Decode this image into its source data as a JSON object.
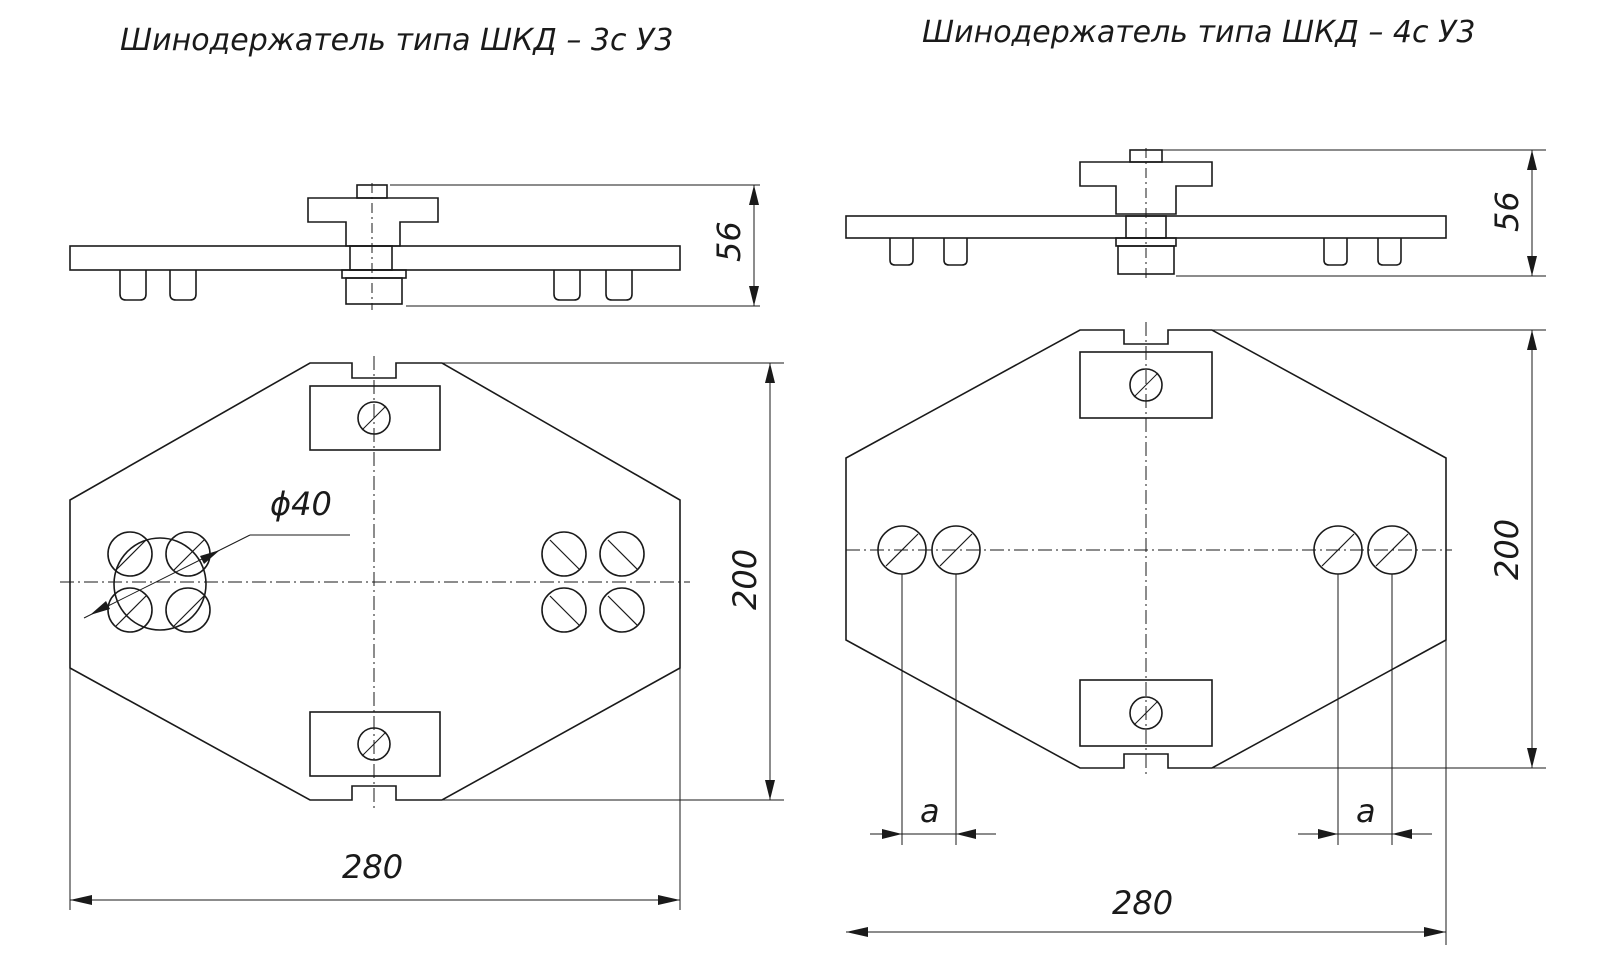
{
  "left_view": {
    "title": "Шинодержатель типа ШКД – 3с У3",
    "dim_height": "56",
    "dim_width": "280",
    "dim_depth": "200",
    "dim_diameter": "ϕ40"
  },
  "right_view": {
    "title": "Шинодержатель типа ШКД – 4с У3",
    "dim_height": "56",
    "dim_width": "280",
    "dim_depth": "200",
    "dim_spacing_left": "a",
    "dim_spacing_right": "a"
  }
}
